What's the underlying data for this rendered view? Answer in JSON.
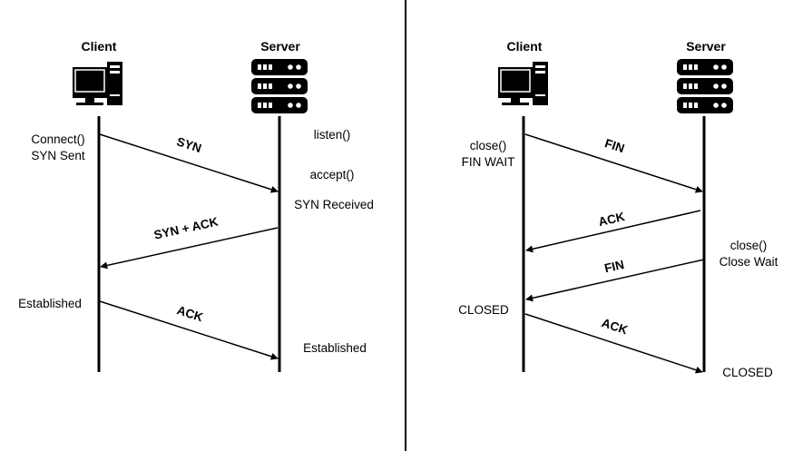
{
  "handshake": {
    "client_title": "Client",
    "server_title": "Server",
    "client_state_1_line1": "Connect()",
    "client_state_1_line2": "SYN Sent",
    "server_state_listen": "listen()",
    "server_state_accept": "accept()",
    "server_state_syn_received": "SYN Received",
    "client_state_established": "Established",
    "server_state_established": "Established",
    "msg_syn": "SYN",
    "msg_syn_ack": "SYN + ACK",
    "msg_ack": "ACK"
  },
  "teardown": {
    "client_title": "Client",
    "server_title": "Server",
    "client_state_close_line1": "close()",
    "client_state_close_line2": "FIN WAIT",
    "server_state_close_line1": "close()",
    "server_state_close_line2": "Close Wait",
    "client_state_closed": "CLOSED",
    "server_state_closed": "CLOSED",
    "msg_fin_1": "FIN",
    "msg_ack_1": "ACK",
    "msg_fin_2": "FIN",
    "msg_ack_2": "ACK"
  }
}
